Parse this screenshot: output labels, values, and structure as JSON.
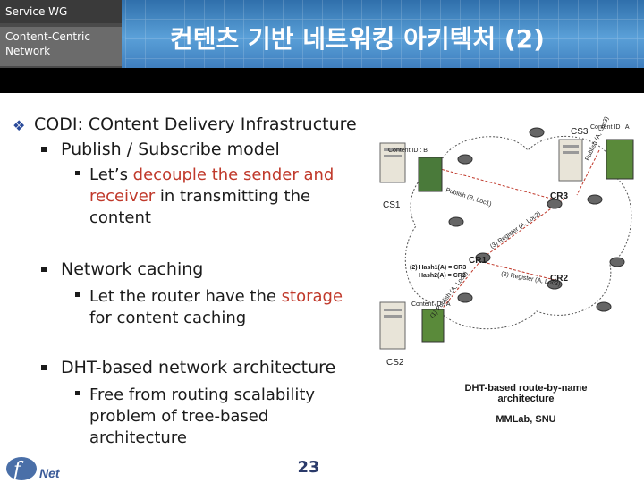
{
  "header": {
    "group_label": "Service WG",
    "subgroup_line1": "Content-Centric",
    "subgroup_line2": "Network",
    "title": "컨텐츠 기반 네트워킹 아키텍처 (2)"
  },
  "main": {
    "heading": "CODI: COntent Delivery Infrastructure",
    "sections": [
      {
        "label": "Publish / Subscribe model",
        "detail_lines": [
          {
            "pre": "Let’s ",
            "red": "decouple the sender and",
            "post": ""
          },
          {
            "pre": "",
            "red": "receiver",
            "post": " in transmitting the"
          },
          {
            "pre": "content",
            "red": "",
            "post": ""
          }
        ]
      },
      {
        "label": "Network caching",
        "detail_lines": [
          {
            "pre": "Let the router have the ",
            "red": "storage",
            "post": ""
          },
          {
            "pre": "for content caching",
            "red": "",
            "post": ""
          }
        ]
      },
      {
        "label": "DHT-based network architecture",
        "detail_lines": [
          {
            "pre": "Free from routing scalability",
            "red": "",
            "post": ""
          },
          {
            "pre": "problem of tree-based",
            "red": "",
            "post": ""
          },
          {
            "pre": "architecture",
            "red": "",
            "post": ""
          }
        ]
      }
    ]
  },
  "diagram": {
    "labels": {
      "cs1": "CS1",
      "cs2": "CS2",
      "cs3": "CS3",
      "cr1": "CR1",
      "cr2": "CR2",
      "cr3": "CR3",
      "content_b": "Content ID : B",
      "content_a_top": "Content ID : A",
      "content_a_bottom": "Content ID : A",
      "hash1": "(2)  Hash1(A) = CR3",
      "hash2": "Hash2(A) = CR2",
      "publish_b": "Publish (B, Loc1)",
      "publish_a": "(1) Publish (A, Loc2)",
      "register": "(3) Register (A, Loc2)",
      "publish_a3": "Publish (A, Loc3)",
      "register2": "(3) Register (A, Loc3)"
    }
  },
  "caption": {
    "line1": "DHT-based route-by-name",
    "line2": "architecture",
    "credit": "MMLab, SNU"
  },
  "footer": {
    "page_number": "23",
    "logo_text": "Net"
  },
  "colors": {
    "accent_red": "#c0392b",
    "header_blue": "#3f7fbf",
    "bullet_blue": "#2a4a9a"
  }
}
